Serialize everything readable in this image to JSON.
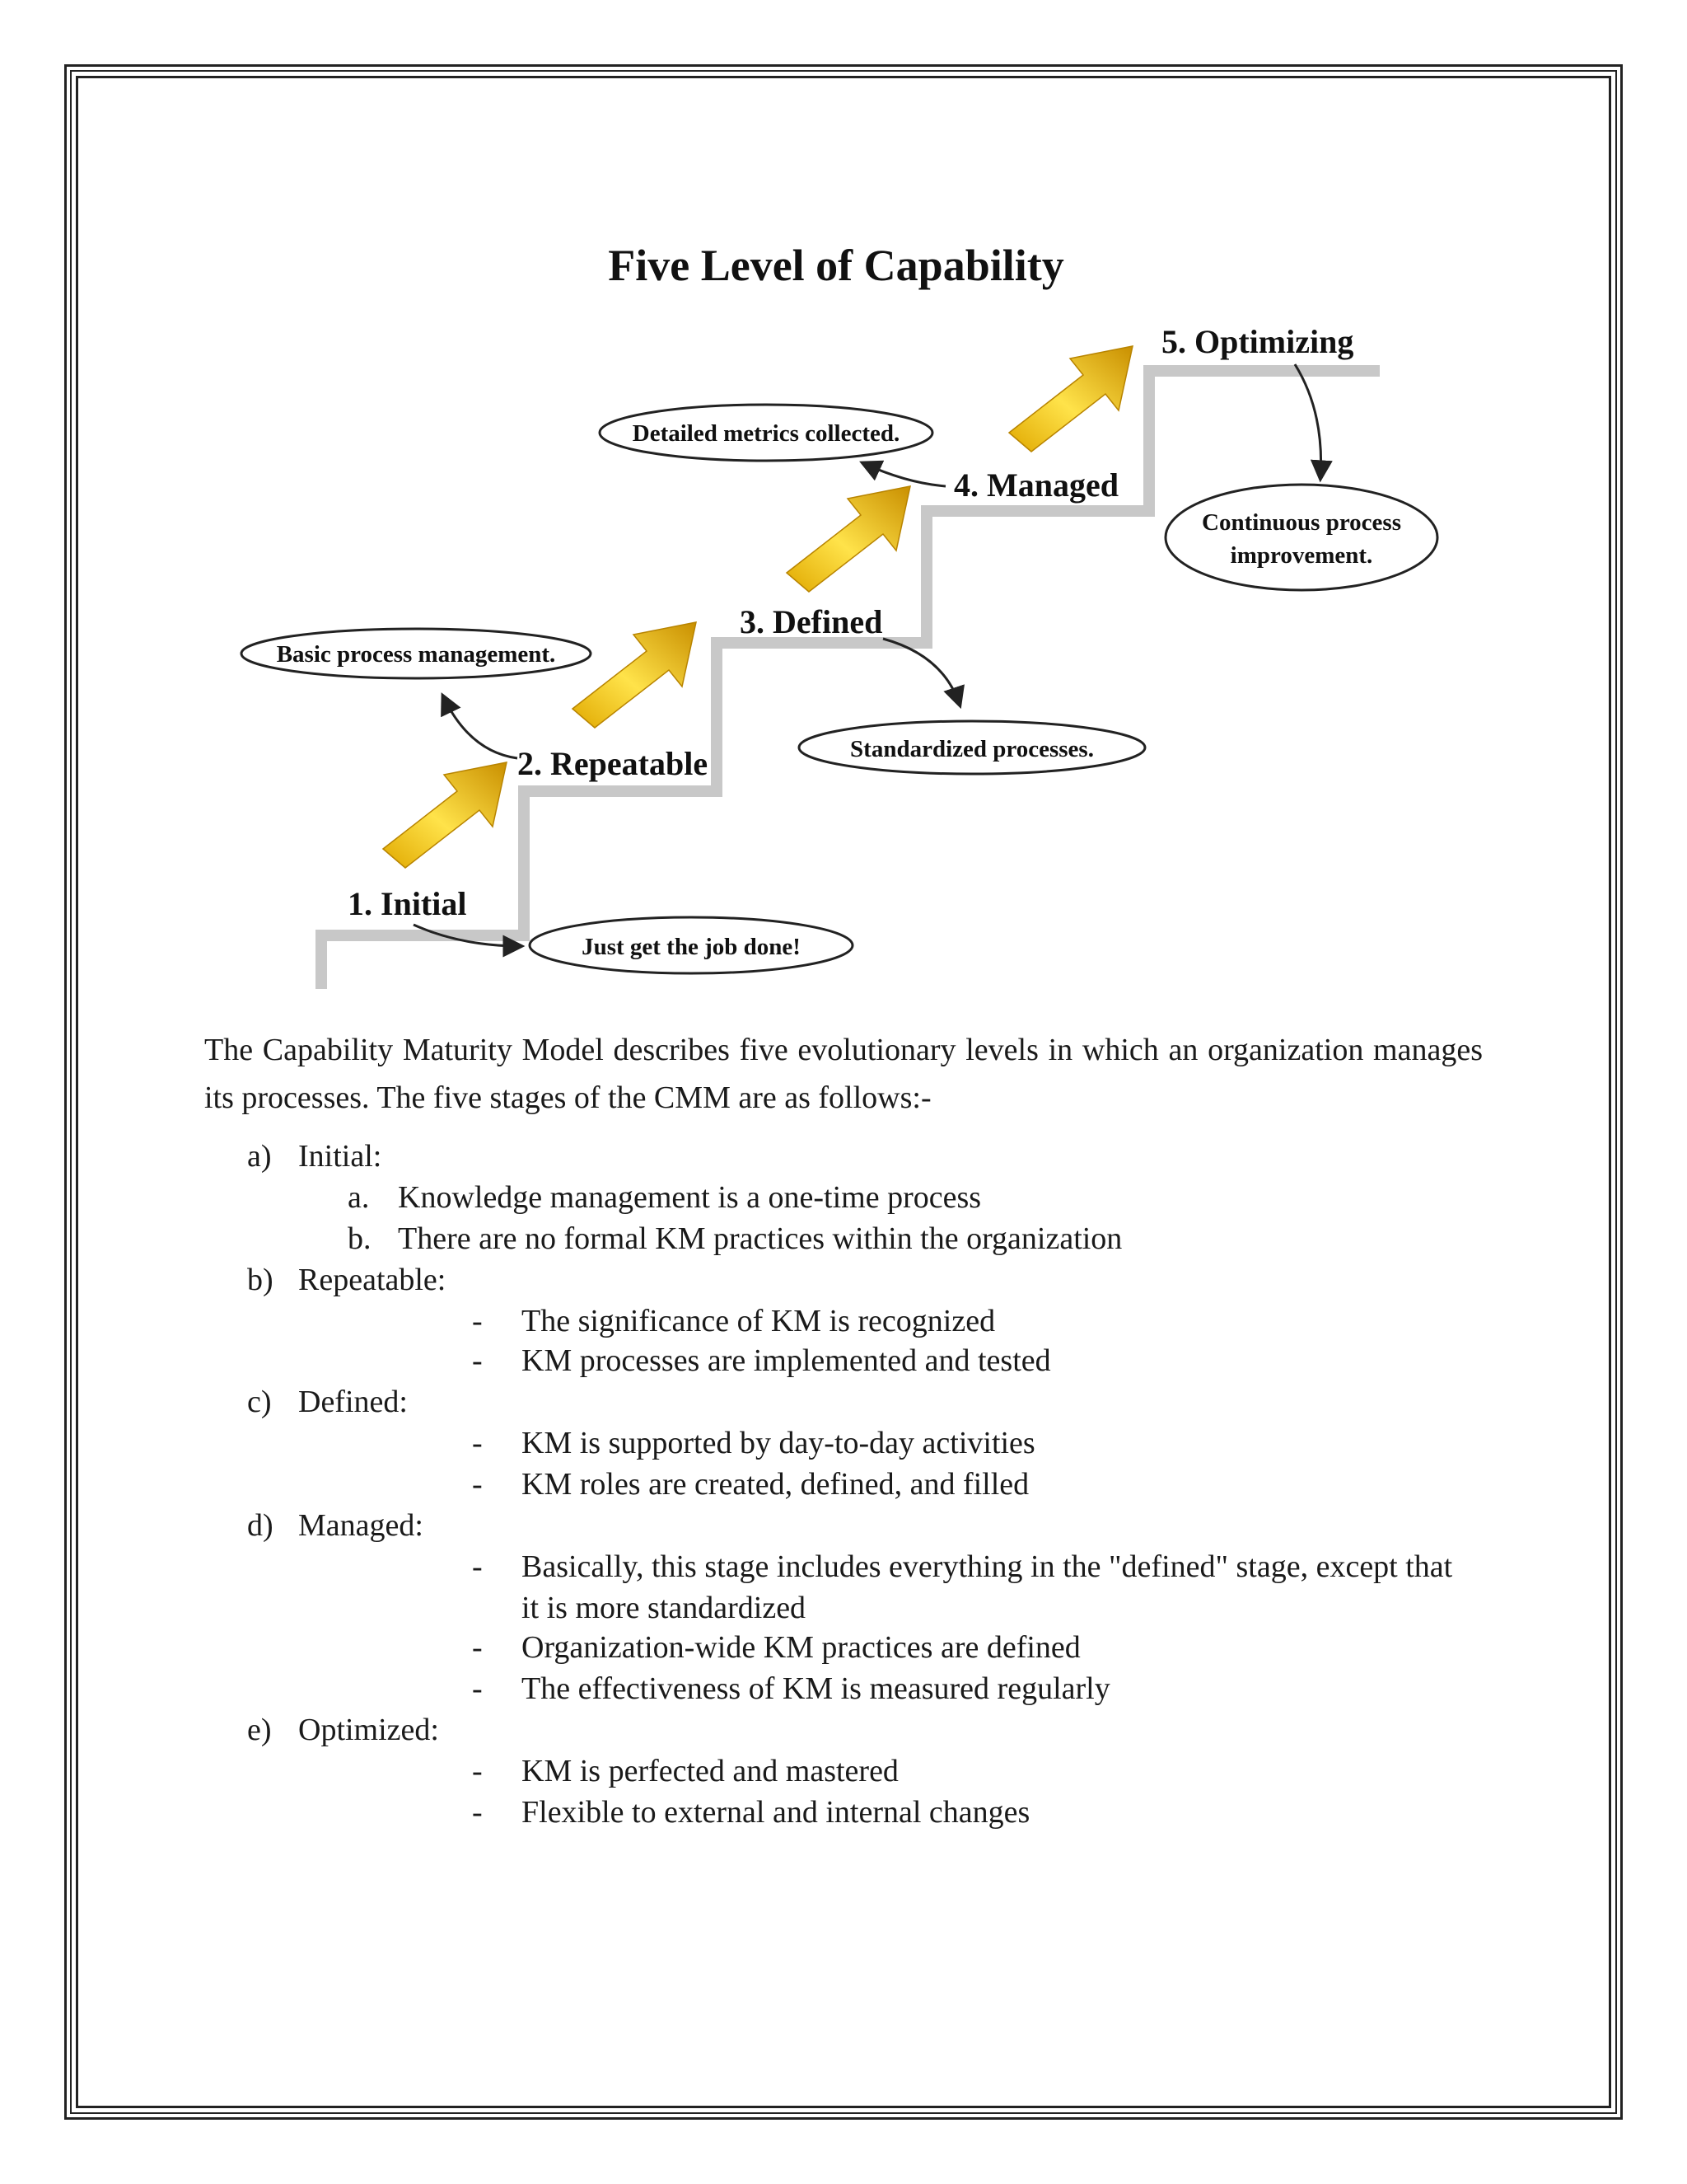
{
  "diagram": {
    "title": "Five Level of Capability",
    "levels": [
      {
        "label": "1. Initial",
        "note": "Just get the job done!"
      },
      {
        "label": "2. Repeatable",
        "note": "Basic process management."
      },
      {
        "label": "3. Defined",
        "note": "Standardized processes."
      },
      {
        "label": "4. Managed",
        "note": "Detailed metrics collected."
      },
      {
        "label": "5. Optimizing",
        "note_line1": "Continuous process",
        "note_line2": "improvement."
      }
    ],
    "colors": {
      "arrow_gold": "#f2c200",
      "arrow_dark": "#c98f00",
      "stair_gray": "#c8c8c8"
    }
  },
  "intro": "The Capability Maturity Model describes five evolutionary levels in which an organization manages its processes. The five stages of the CMM are as follows:-",
  "stages": [
    {
      "marker": "a)",
      "name": "Initial:",
      "items": [
        {
          "marker": "a.",
          "text": "Knowledge management is a one-time process"
        },
        {
          "marker": "b.",
          "text": "There are no formal KM practices within the organization"
        }
      ]
    },
    {
      "marker": "b)",
      "name": "Repeatable:",
      "items": [
        {
          "marker": "-",
          "text": "The significance of KM is recognized"
        },
        {
          "marker": "-",
          "text": "KM processes are implemented and tested"
        }
      ]
    },
    {
      "marker": "c)",
      "name": "Defined:",
      "items": [
        {
          "marker": "-",
          "text": "KM is supported by day-to-day activities"
        },
        {
          "marker": "-",
          "text": "KM roles are created, defined, and filled"
        }
      ]
    },
    {
      "marker": "d)",
      "name": "Managed:",
      "items": [
        {
          "marker": "-",
          "text_line1": "Basically, this stage includes everything in the \"defined\" stage, except that",
          "text_line2": "it is more standardized"
        },
        {
          "marker": "-",
          "text": "Organization-wide KM practices are defined"
        },
        {
          "marker": "-",
          "text": "The effectiveness of KM is measured regularly"
        }
      ]
    },
    {
      "marker": "e)",
      "name": "Optimized:",
      "items": [
        {
          "marker": "-",
          "text": "KM is perfected and mastered"
        },
        {
          "marker": "-",
          "text": "Flexible to external and internal changes"
        }
      ]
    }
  ]
}
